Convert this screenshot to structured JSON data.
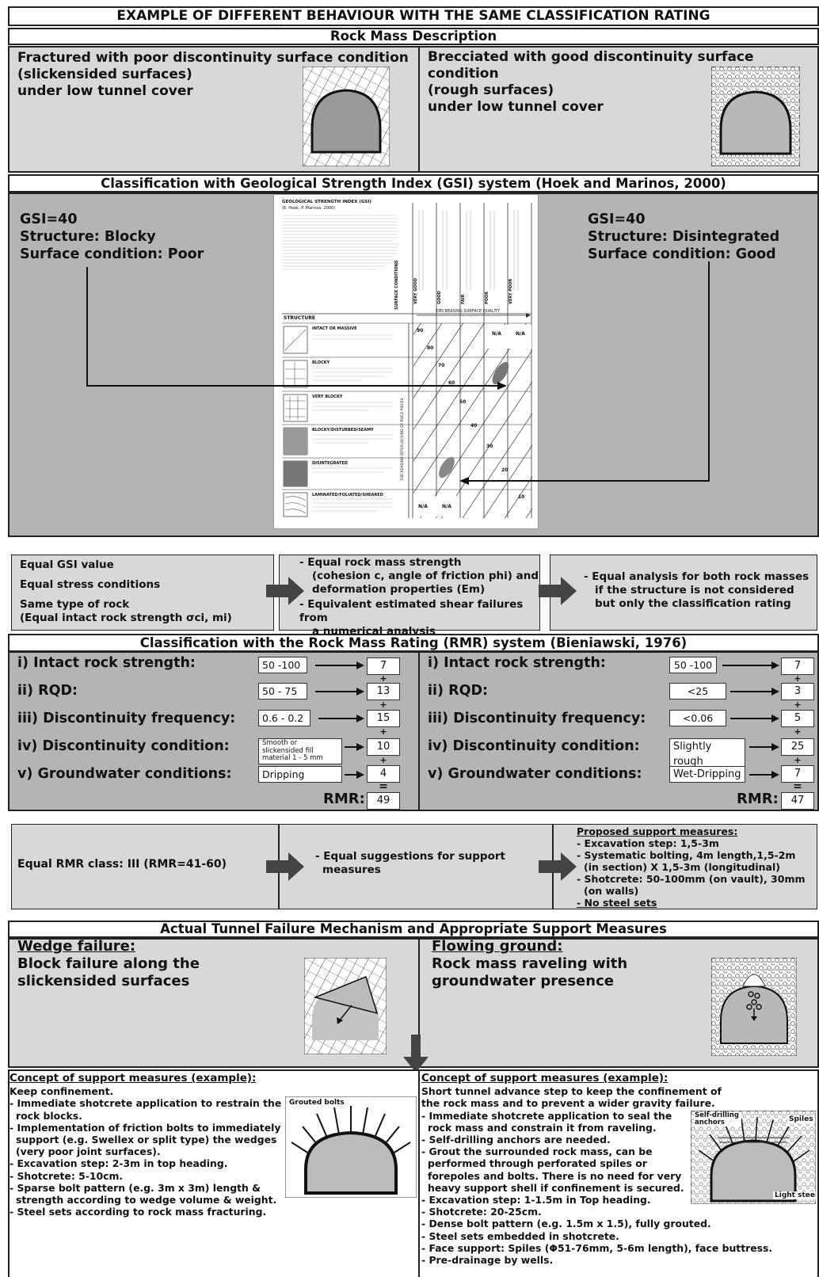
{
  "header": {
    "title": "EXAMPLE OF DIFFERENT BEHAVIOUR WITH THE SAME CLASSIFICATION RATING",
    "rock_mass_description": "Rock Mass Description"
  },
  "left_case": {
    "line1": "Fractured with poor discontinuity surface condition",
    "line2": "(slickensided surfaces)",
    "line3": "under low tunnel cover"
  },
  "right_case": {
    "line1": "Brecciated with good discontinuity surface condition",
    "line2": "(rough surfaces)",
    "line3": "under low tunnel cover"
  },
  "gsi": {
    "section_title": "Classification with Geological Strength Index (GSI) system (Hoek and Marinos, 2000)",
    "left": {
      "value": "GSI=40",
      "structure": "Structure: Blocky",
      "surface": "Surface condition: Poor"
    },
    "right": {
      "value": "GSI=40",
      "structure": "Structure: Disintegrated",
      "surface": "Surface condition: Good"
    },
    "chart": {
      "title": "GEOLOGICAL STRENGTH INDEX (GSI)",
      "subtitle": "(E. Hoek, P. Marinos, 2000)",
      "surface_conditions": "SURFACE CONDITIONS",
      "structure_label": "STRUCTURE",
      "decreasing_surface": "DECREASING SURFACE QUALITY",
      "decreasing_interlocking": "DECREASING INTERLOCKING OF ROCK PIECES",
      "columns": [
        "VERY GOOD",
        "GOOD",
        "FAIR",
        "POOR",
        "VERY POOR"
      ],
      "rows": [
        "INTACT OR MASSIVE",
        "BLOCKY",
        "VERY BLOCKY",
        "BLOCKY/DISTURBED/SEAMY",
        "DISINTEGRATED",
        "LAMINATED/FOLIATED/SHEARED"
      ],
      "contours": [
        "90",
        "80",
        "70",
        "60",
        "50",
        "40",
        "30",
        "20",
        "10"
      ],
      "na": "N/A"
    },
    "consequences": {
      "c1": [
        "Equal GSI value",
        "Equal stress conditions",
        "Same type of rock",
        "(Equal intact rock strength σci, mi)"
      ],
      "c2": [
        "- Equal rock mass strength",
        "(cohesion c, angle of friction phi) and",
        "deformation properties (Em)",
        "- Equivalent estimated shear failures from",
        "a numerical analysis"
      ],
      "c3": [
        "- Equal analysis for both rock masses",
        "if the structure is not considered",
        "but only the classification rating"
      ]
    }
  },
  "rmr": {
    "section_title": "Classification with the Rock Mass Rating (RMR) system (Bieniawski, 1976)",
    "labels": [
      "i) Intact  rock strength:",
      "ii) RQD:",
      "iii) Discontinuity frequency:",
      "iv) Discontinuity condition:",
      "v) Groundwater conditions:"
    ],
    "rmr_label": "RMR:",
    "plus": "+",
    "equals": "=",
    "left": {
      "inputs": [
        "50 -100",
        "50 - 75",
        "0.6 - 0.2",
        "Smooth or slickensided fill material 1 - 5 mm",
        "Dripping"
      ],
      "scores": [
        "7",
        "13",
        "15",
        "10",
        "4"
      ],
      "total": "49"
    },
    "right": {
      "inputs": [
        "50 -100",
        "<25",
        "<0.06",
        "Slightly rough",
        "Wet-Dripping"
      ],
      "scores": [
        "7",
        "3",
        "5",
        "25",
        "7"
      ],
      "total": "47"
    },
    "consequences": {
      "c1": "Equal RMR class: III (RMR=41-60)",
      "c2": [
        "- Equal suggestions for support",
        "measures"
      ],
      "c3_title": "Proposed support measures:",
      "c3": [
        "- Excavation step: 1,5-3m",
        "- Systematic bolting, 4m length,1,5-2m",
        "(in section) X 1,5-3m (longitudinal)",
        "- Shotcrete: 50-100mm (on vault), 30mm",
        "(on walls)",
        "- No steel sets"
      ]
    }
  },
  "failure": {
    "section_title": "Actual Tunnel Failure Mechanism and Appropriate Support Measures",
    "left": {
      "title": "Wedge failure:",
      "desc": [
        "Block failure along the",
        "slickensided surfaces"
      ]
    },
    "right": {
      "title": "Flowing ground:",
      "desc": [
        "Rock mass raveling with",
        "groundwater presence"
      ]
    }
  },
  "support": {
    "left": {
      "title": "Concept of support measures (example):",
      "lines": [
        "Keep confinement.",
        "- Immediate shotcrete application to restrain the",
        "  rock blocks.",
        "- Implementation of friction bolts to immediately",
        "  support (e.g. Swellex or split  type) the wedges",
        "  (very poor joint surfaces).",
        "- Excavation step: 2-3m in top heading.",
        "- Shotcrete: 5-10cm.",
        "- Sparse bolt pattern (e.g. 3m x 3m) length &",
        "  strength according to   wedge volume & weight.",
        "- Steel sets according to rock mass fracturing."
      ],
      "fig_label": "Grouted bolts"
    },
    "right": {
      "title": "Concept of support measures (example):",
      "lines": [
        "Short tunnel advance step to keep the confinement of",
        "the rock mass and to prevent a wider gravity failure.",
        "- Immediate shotcrete application to seal the",
        "  rock mass and constrain it from raveling.",
        "- Self-drilling anchors are needed.",
        "- Grout the surrounded rock mass, can be",
        "  performed through perforated spiles or",
        "  forepoles and bolts. There is no need for very",
        "  heavy support shell if confinement is secured.",
        "- Excavation step: 1-1.5m in Top heading.",
        "- Shotcrete: 20-25cm.",
        "- Dense bolt pattern (e.g. 1.5m x 1.5), fully grouted.",
        "- Steel sets embedded in shotcrete.",
        "- Face support: Spiles (Φ51-76mm, 5-6m length), face buttress.",
        "- Pre-drainage by wells."
      ],
      "fig_labels": [
        "Self-drilling anchors",
        "Spiles",
        "Light steel se"
      ]
    }
  }
}
